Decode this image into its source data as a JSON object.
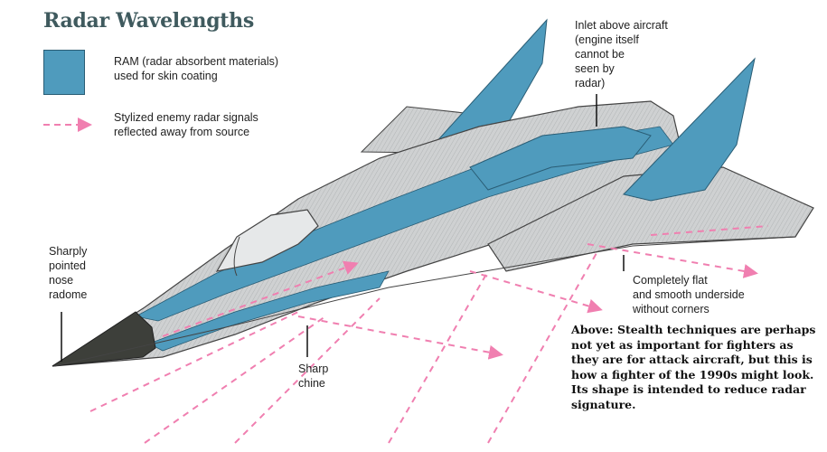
{
  "title": "Radar Wavelengths",
  "legend": {
    "ram_text": "RAM (radar absorbent materials)\nused for skin coating",
    "signal_text": "Stylized enemy radar signals\nreflected away from source"
  },
  "callouts": {
    "nose": "Sharply\npointed\nnose\nradome",
    "inlet": "Inlet above aircraft\n(engine itself\ncannot be\nseen by\nradar)",
    "chine": "Sharp\nchine",
    "underside": "Completely flat\nand smooth underside\nwithout corners"
  },
  "caption": "Above: Stealth techniques are perhaps not yet as important for fighters as they are for attack aircraft, but this is how a fighter of the 1990s might look. Its shape is intended to reduce radar signature.",
  "colors": {
    "ram_blue": "#4f9bbd",
    "airframe_grey": "#c9cbcc",
    "radar_pink": "#f07fb0",
    "nose_dark": "#3d3f3a",
    "title_color": "#3f5a5e"
  }
}
